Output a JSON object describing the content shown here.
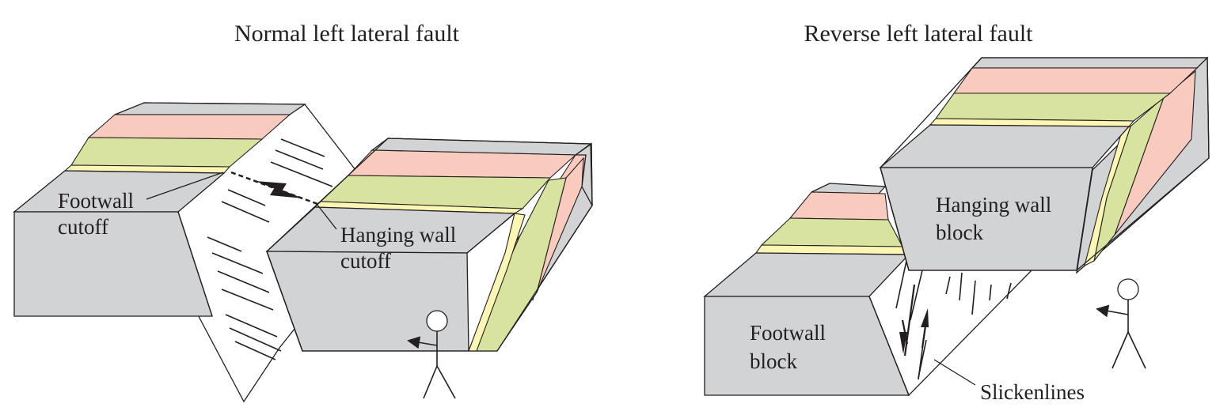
{
  "left_diagram": {
    "title": "Normal left lateral fault",
    "labels": {
      "footwall_cutoff_line1": "Footwall",
      "footwall_cutoff_line2": "cutoff",
      "hanging_wall_cutoff_line1": "Hanging wall",
      "hanging_wall_cutoff_line2": "cutoff"
    }
  },
  "right_diagram": {
    "title": "Reverse left lateral fault",
    "labels": {
      "hanging_wall_block_line1": "Hanging wall",
      "hanging_wall_block_line2": "block",
      "footwall_block_line1": "Footwall",
      "footwall_block_line2": "block",
      "slickenlines": "Slickenlines"
    }
  },
  "colors": {
    "block": "#d1d3d4",
    "layer_top": "#f9cbbe",
    "layer_middle": "#d7e39e",
    "layer_thin": "#fbf6b4",
    "fault_plane": "#ffffff",
    "line": "#231f20"
  }
}
